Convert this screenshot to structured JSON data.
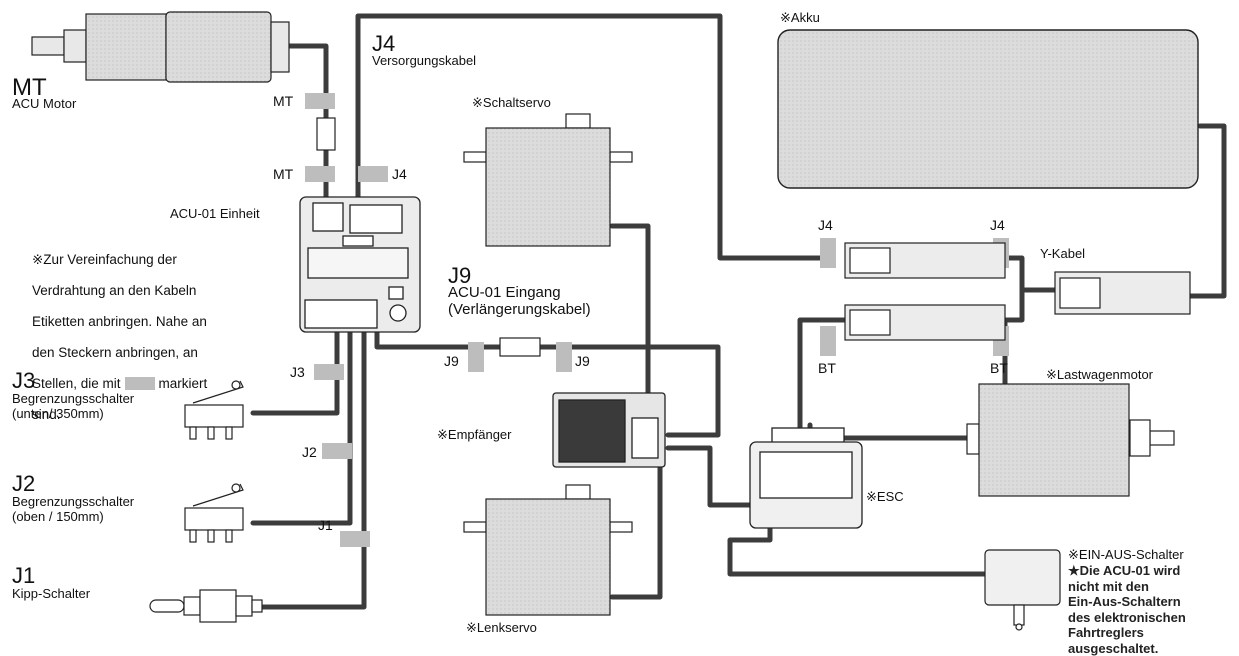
{
  "labels": {
    "mt_big": "MT",
    "mt_sub": "ACU Motor",
    "mt_tag1": "MT",
    "mt_tag2": "MT",
    "j4_tag": "J4",
    "j4_big": "J4",
    "j4_sub": "Versorgungskabel",
    "acu_unit": "ACU-01 Einheit",
    "j9_big": "J9",
    "j9_sub1": "ACU-01 Eingang",
    "j9_sub2": "(Verlängerungskabel)",
    "j9_tag1": "J9",
    "j9_tag2": "J9",
    "j3_big": "J3",
    "j3_sub1": "Begrenzungsschalter",
    "j3_sub2": "(unten/ 350mm)",
    "j3_tag": "J3",
    "j2_big": "J2",
    "j2_sub1": "Begrenzungsschalter",
    "j2_sub2": "(oben / 150mm)",
    "j2_tag": "J2",
    "j1_big": "J1",
    "j1_sub": "Kipp-Schalter",
    "j1_tag": "J1",
    "schaltservo": "※Schaltservo",
    "empfaenger": "※Empfänger",
    "lenkservo": "※Lenkservo",
    "akku": "※Akku",
    "ykabel": "Y-Kabel",
    "j4_y1": "J4",
    "j4_y2": "J4",
    "bt1": "BT",
    "bt2": "BT",
    "lastwagenmotor": "※Lastwagenmotor",
    "esc": "※ESC"
  },
  "notes": {
    "left_line1": "※Zur Vereinfachung der",
    "left_line2": "Verdrahtung an den Kabeln",
    "left_line3": "Etiketten anbringen. Nahe an",
    "left_line4": "den Steckern anbringen, an",
    "left_line5a": "Stellen, die mit",
    "left_line5b": "markiert",
    "left_line6": "sind.",
    "switch_title": "※EIN-AUS-Schalter",
    "switch_text": "★Die ACU-01 wird\nnicht mit den\nEin-Aus-Schaltern\ndes elektronischen\nFahrtreglers\nausgeschaltet."
  },
  "colors": {
    "cable": "#3c3c3c",
    "component_fill": "#d9d9d9",
    "tag_fill": "#bdbdbd",
    "outline": "#222222"
  }
}
